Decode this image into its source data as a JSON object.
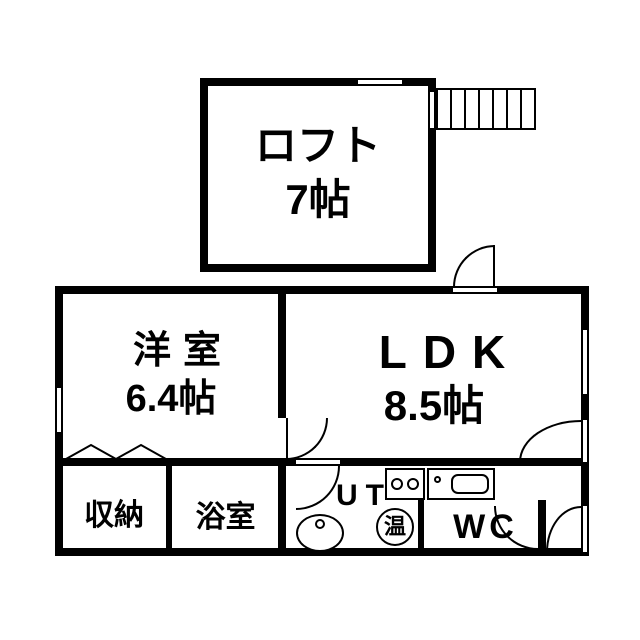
{
  "rooms": {
    "loft": {
      "name": "ロフト",
      "size": "7帖"
    },
    "western": {
      "name": "洋室",
      "size": "6.4帖"
    },
    "ldk": {
      "name": "LDK",
      "size": "8.5帖"
    },
    "storage": {
      "name": "収納"
    },
    "bath": {
      "name": "浴室"
    },
    "utility": {
      "name": "UT"
    },
    "wc": {
      "name": "WC"
    },
    "heater": {
      "label": "温"
    }
  },
  "colors": {
    "wall": "#000000",
    "background": "#ffffff"
  }
}
